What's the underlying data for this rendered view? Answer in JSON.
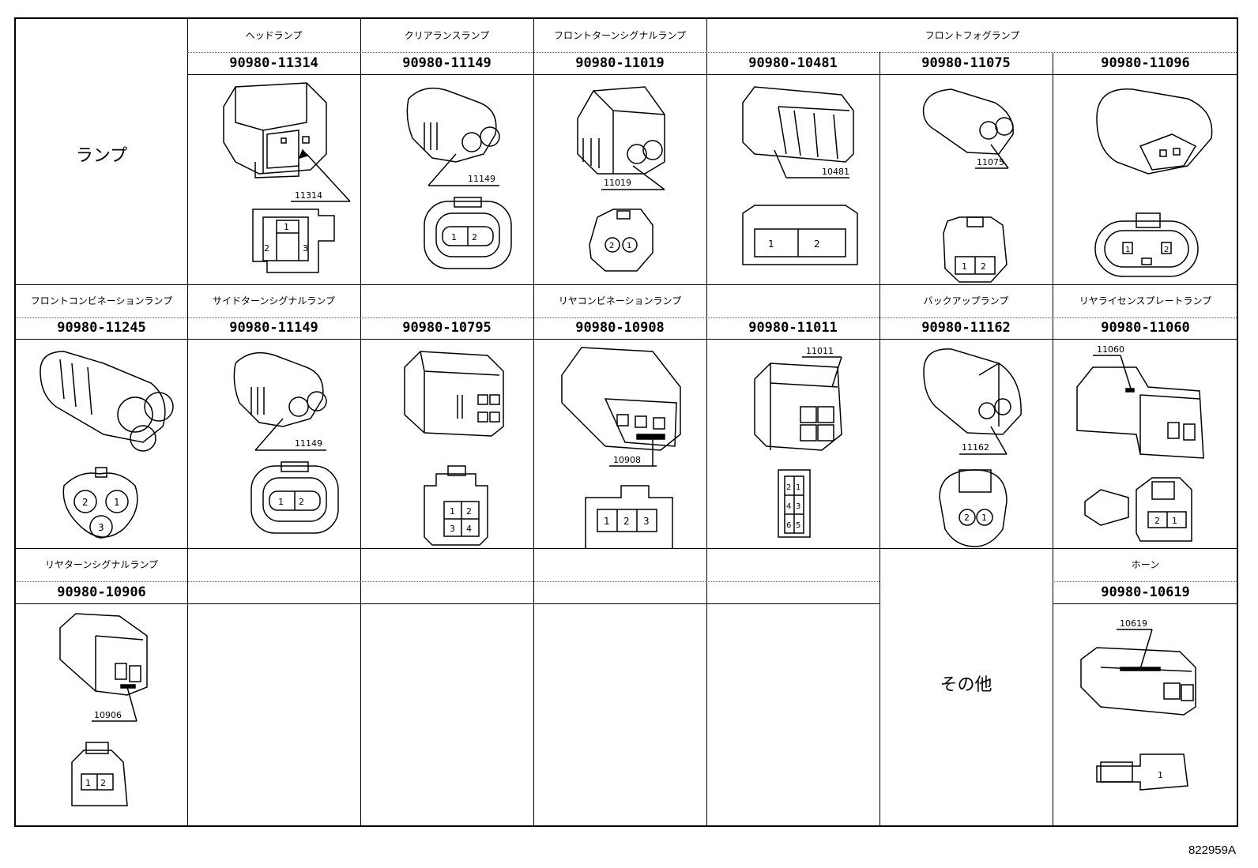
{
  "row_labels": {
    "lamp": "ランプ",
    "other": "その他"
  },
  "headers": {
    "row1": [
      {
        "text": "ヘッドランプ"
      },
      {
        "text": "クリアランスランプ"
      },
      {
        "text": "フロントターンシグナルランプ"
      },
      {
        "text": "フロントフォグランプ"
      }
    ],
    "row2": [
      {
        "text": "フロントコンビネーションランプ"
      },
      {
        "text": "サイドターンシグナルランプ"
      },
      {
        "text": "リヤコンビネーションランプ"
      },
      {
        "text": "バックアップランプ"
      },
      {
        "text": "リヤライセンスプレートランプ"
      }
    ],
    "row3": [
      {
        "text": "リヤターンシグナルランプ"
      },
      {
        "text": "ホーン"
      }
    ]
  },
  "parts": {
    "row1": [
      "90980-11314",
      "90980-11149",
      "90980-11019",
      "90980-10481",
      "90980-11075",
      "90980-11096"
    ],
    "row2": [
      "90980-11245",
      "90980-11149",
      "90980-10795",
      "90980-10908",
      "90980-11011",
      "90980-11162",
      "90980-11060"
    ],
    "row3": [
      "90980-10906",
      "90980-10619"
    ]
  },
  "callouts": {
    "r1c1": "11314",
    "r1c2": "11149",
    "r1c3": "11019",
    "r1c4": "10481",
    "r1c5": "11075",
    "r2c2": "11149",
    "r2c4": "10908",
    "r2c5": "11011",
    "r2c6": "11162",
    "r2c7": "11060",
    "r3c1": "10906",
    "r3c7": "10619"
  },
  "pins": {
    "p1": "1",
    "p2": "2",
    "p3": "3",
    "p4": "4",
    "p5": "5",
    "p6": "6"
  },
  "reference": "822959A"
}
